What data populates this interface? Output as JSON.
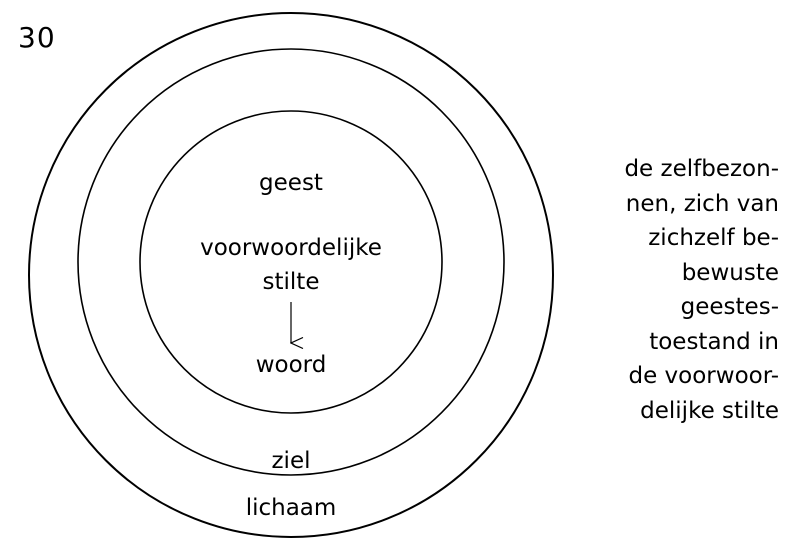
{
  "page_number": "30",
  "diagram": {
    "labels": {
      "geest": "geest",
      "stilte_line1": "voorwoordelijke",
      "stilte_line2": "stilte",
      "woord": "woord",
      "ziel": "ziel",
      "lichaam": "lichaam"
    }
  },
  "side_text": {
    "lines": [
      "de zelfbezon-",
      "nen, zich van",
      "zichzelf be-",
      "bewuste",
      "geestes-",
      "toestand in",
      "de voorwoor-",
      "delijke stilte"
    ]
  }
}
